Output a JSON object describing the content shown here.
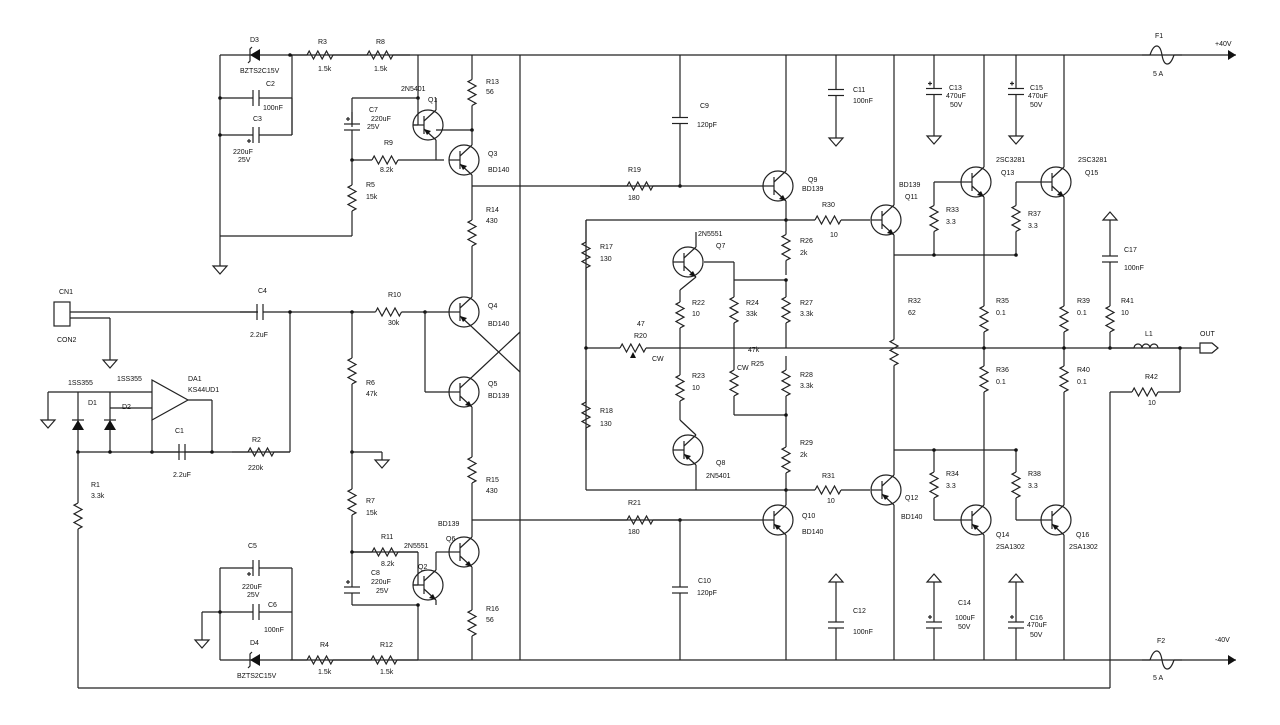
{
  "rails": {
    "pos": "+40V",
    "neg": "-40V",
    "out": "OUT"
  },
  "parts": {
    "D3": [
      "D3",
      "BZTS2C15V"
    ],
    "D4": [
      "D4",
      "BZTS2C15V"
    ],
    "R3": [
      "R3",
      "1.5k"
    ],
    "R8": [
      "R8",
      "1.5k"
    ],
    "R4": [
      "R4",
      "1.5k"
    ],
    "R12": [
      "R12",
      "1.5k"
    ],
    "C2": [
      "C2",
      "100nF"
    ],
    "C3": [
      "C3",
      "220uF",
      "25V"
    ],
    "C5": [
      "C5",
      "220uF",
      "25V"
    ],
    "C6": [
      "C6",
      "100nF"
    ],
    "C7": [
      "C7",
      "220uF",
      "25V"
    ],
    "C8": [
      "C8",
      "220uF",
      "25V"
    ],
    "Q1": [
      "2N5401",
      "Q1"
    ],
    "Q2": [
      "2N5551",
      "Q2"
    ],
    "Q3": [
      "Q3",
      "BD140"
    ],
    "Q4": [
      "Q4",
      "BD140"
    ],
    "Q5": [
      "Q5",
      "BD139"
    ],
    "Q6": [
      "BD139",
      "Q6"
    ],
    "Q7": [
      "2N5551",
      "Q7"
    ],
    "Q8": [
      "Q8",
      "2N5401"
    ],
    "Q9": [
      "Q9",
      "BD139"
    ],
    "Q10": [
      "Q10",
      "BD140"
    ],
    "Q11": [
      "BD139",
      "Q11"
    ],
    "Q12": [
      "Q12",
      "BD140"
    ],
    "Q13": [
      "2SC3281",
      "Q13"
    ],
    "Q15": [
      "2SC3281",
      "Q15"
    ],
    "Q14": [
      "Q14",
      "2SA1302"
    ],
    "Q16": [
      "Q16",
      "2SA1302"
    ],
    "R13": [
      "R13",
      "56"
    ],
    "R16": [
      "R16",
      "56"
    ],
    "R9": [
      "R9",
      "8.2k"
    ],
    "R11": [
      "R11",
      "8.2k"
    ],
    "R5": [
      "R5",
      "15k"
    ],
    "R7": [
      "R7",
      "15k"
    ],
    "R6": [
      "R6",
      "47k"
    ],
    "R14": [
      "R14",
      "430"
    ],
    "R15": [
      "R15",
      "430"
    ],
    "R10": [
      "R10",
      "30k"
    ],
    "C4": [
      "C4",
      "2.2uF"
    ],
    "C1": [
      "C1",
      "2.2uF"
    ],
    "R2": [
      "R2",
      "220k"
    ],
    "R1": [
      "R1",
      "3.3k"
    ],
    "D1": [
      "1SS355",
      "D1"
    ],
    "D2": [
      "1SS355",
      "D2"
    ],
    "DA1": [
      "DA1",
      "KS44UD1"
    ],
    "CN1": [
      "CN1",
      "CON2"
    ],
    "C9": [
      "C9",
      "120pF"
    ],
    "C10": [
      "C10",
      "120pF"
    ],
    "R19": [
      "R19",
      "180"
    ],
    "R21": [
      "R21",
      "180"
    ],
    "R17": [
      "R17",
      "130"
    ],
    "R18": [
      "R18",
      "130"
    ],
    "R20": [
      "47",
      "R20",
      "CW"
    ],
    "R22": [
      "R22",
      "10"
    ],
    "R23": [
      "R23",
      "10"
    ],
    "R24": [
      "R24",
      "33k"
    ],
    "R25": [
      "47k",
      "R25",
      "CW"
    ],
    "R26": [
      "R26",
      "2k"
    ],
    "R29": [
      "R29",
      "2k"
    ],
    "R27": [
      "R27",
      "3.3k"
    ],
    "R28": [
      "R28",
      "3.3k"
    ],
    "R30": [
      "R30",
      "10"
    ],
    "R31": [
      "R31",
      "10"
    ],
    "R32": [
      "R32",
      "62"
    ],
    "C11": [
      "C11",
      "100nF"
    ],
    "C12": [
      "C12",
      "100nF"
    ],
    "C13": [
      "C13",
      "470uF",
      "50V"
    ],
    "C14": [
      "C14",
      "100uF",
      "50V"
    ],
    "C15": [
      "C15",
      "470uF",
      "50V"
    ],
    "C16": [
      "C16",
      "470uF",
      "50V"
    ],
    "R33": [
      "R33",
      "3.3"
    ],
    "R34": [
      "R34",
      "3.3"
    ],
    "R37": [
      "R37",
      "3.3"
    ],
    "R38": [
      "R38",
      "3.3"
    ],
    "R35": [
      "R35",
      "0.1"
    ],
    "R36": [
      "R36",
      "0.1"
    ],
    "R39": [
      "R39",
      "0.1"
    ],
    "R40": [
      "R40",
      "0.1"
    ],
    "R41": [
      "R41",
      "10"
    ],
    "R42": [
      "R42",
      "10"
    ],
    "C17": [
      "C17",
      "100nF"
    ],
    "L1": [
      "L1"
    ],
    "F1": [
      "F1",
      "5 A"
    ],
    "F2": [
      "F2",
      "5 A"
    ]
  }
}
